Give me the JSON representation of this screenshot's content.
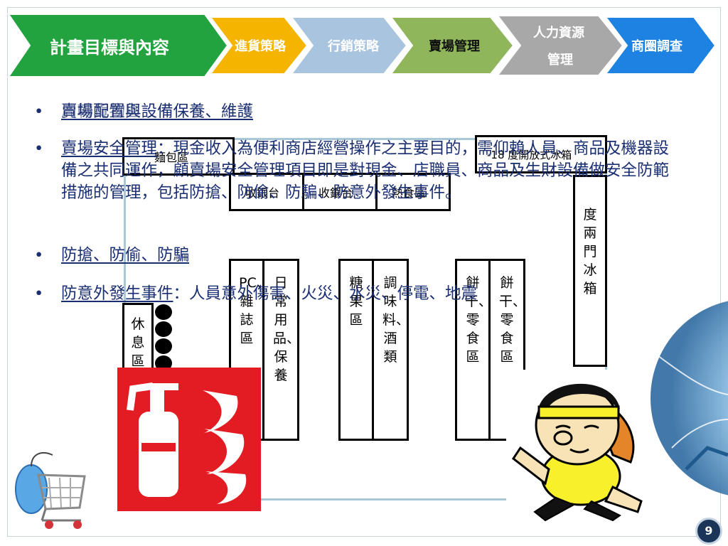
{
  "nav": {
    "items": [
      {
        "label": "計畫目標與內容"
      },
      {
        "label": "進貨策略"
      },
      {
        "label": "行銷策略"
      },
      {
        "label": "賣場管理"
      },
      {
        "label": "人力資源",
        "label2": "管理"
      },
      {
        "label": "商圈調查"
      }
    ]
  },
  "bullets": [
    {
      "text": "賣場配置與設備保養、維護",
      "overlap": "周轉貨物區"
    },
    {
      "term": "賣場安全管理",
      "rest": "：現金收入為便利商店經營操作之主要目的，需仰賴人員、商品及機器設備之共同運作，顧賣場安全管理項目即是對現金、店職員、商品及生財設備做安全防範措施的管理，包括防搶、防偷、防騙、防意外發生事件。"
    },
    {
      "text": "防搶、防偷、防騙"
    },
    {
      "term": "防意外發生事件",
      "rest": "：人員意外傷害、火災、水災、停電、地震"
    }
  ],
  "plan": {
    "top_left": "麵包區",
    "cashier1": "收銀台",
    "cashier2": "收銀台",
    "hotfood": "熱食區",
    "freezer_top": "-18 度開放式冰箱",
    "fridge": "度兩門冰箱",
    "rest_area": "休息區",
    "pc_mag": "PC、雜誌區",
    "daily": "日常用品、保養",
    "candy": "糖果區",
    "spices": "調味料、酒類",
    "biscuit1": "餅干、零食區",
    "biscuit2": "餅干、零食區"
  },
  "page_number": "9",
  "colors": {
    "nav_green": "#22a33f",
    "nav_yellow": "#f4b400",
    "nav_lightblue": "#a9c4df",
    "nav_olive": "#8fb65a",
    "nav_gray": "#a8a8a8",
    "nav_blue": "#1e82e3",
    "text": "#1a2e72",
    "extinguisher_red": "#e31b23"
  },
  "icons": [
    "fire-extinguisher-sign-icon",
    "running-mascot-icon",
    "shopping-cart-mouse-icon",
    "globe-decoration-icon"
  ]
}
